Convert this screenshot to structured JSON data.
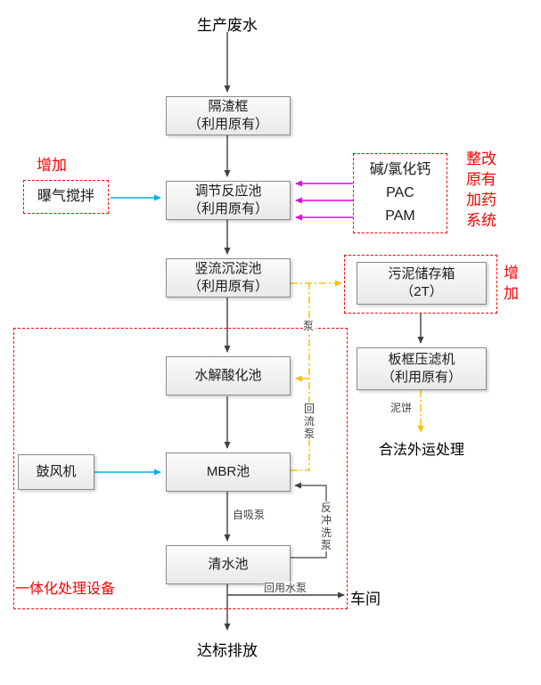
{
  "flow_labels": {
    "source": "生产废水",
    "discharge": "达标排放",
    "workshop": "车间",
    "offsite_disposal": "合法外运处理"
  },
  "boxes": {
    "grate": {
      "name": "隔渣框",
      "note": "（利用原有）"
    },
    "regulating": {
      "name": "调节反应池",
      "note": "（利用原有）"
    },
    "sedimentation": {
      "name": "竖流沉淀池",
      "note": "（利用原有）"
    },
    "hydrolysis": {
      "name": "水解酸化池"
    },
    "mbr": {
      "name": "MBR池"
    },
    "clean_water": {
      "name": "清水池"
    },
    "blower": {
      "name": "鼓风机"
    },
    "aeration_mixer": {
      "name": "曝气搅拌"
    },
    "dosing": {
      "line1": "碱/氯化钙",
      "line2": "PAC",
      "line3": "PAM"
    },
    "sludge_tank": {
      "name": "污泥储存箱",
      "note": "（2T）"
    },
    "filter_press": {
      "name": "板框压滤机",
      "note": "（利用原有）"
    }
  },
  "red_annotations": {
    "add_aeration": "增加",
    "add_sludge": "增加",
    "dosing_system": "整改原有加药系统",
    "integrated_unit": "一体化处理设备"
  },
  "line_labels": {
    "pump": "泵",
    "reflux_pump": "回流泵",
    "self_priming_pump": "自吸泵",
    "backwash_pump": "反冲洗泵",
    "reuse_pump": "回用水泵",
    "mud_cake": "泥饼"
  },
  "colors": {
    "main_line": "#404040",
    "aeration_arrow": "#00b0f0",
    "chemical_arrow": "#e800e8",
    "sludge_line": "#ffc000",
    "annotation_red": "#fe0000",
    "box_fill": "#f0f0f0",
    "box_border": "#8a8a8a"
  }
}
